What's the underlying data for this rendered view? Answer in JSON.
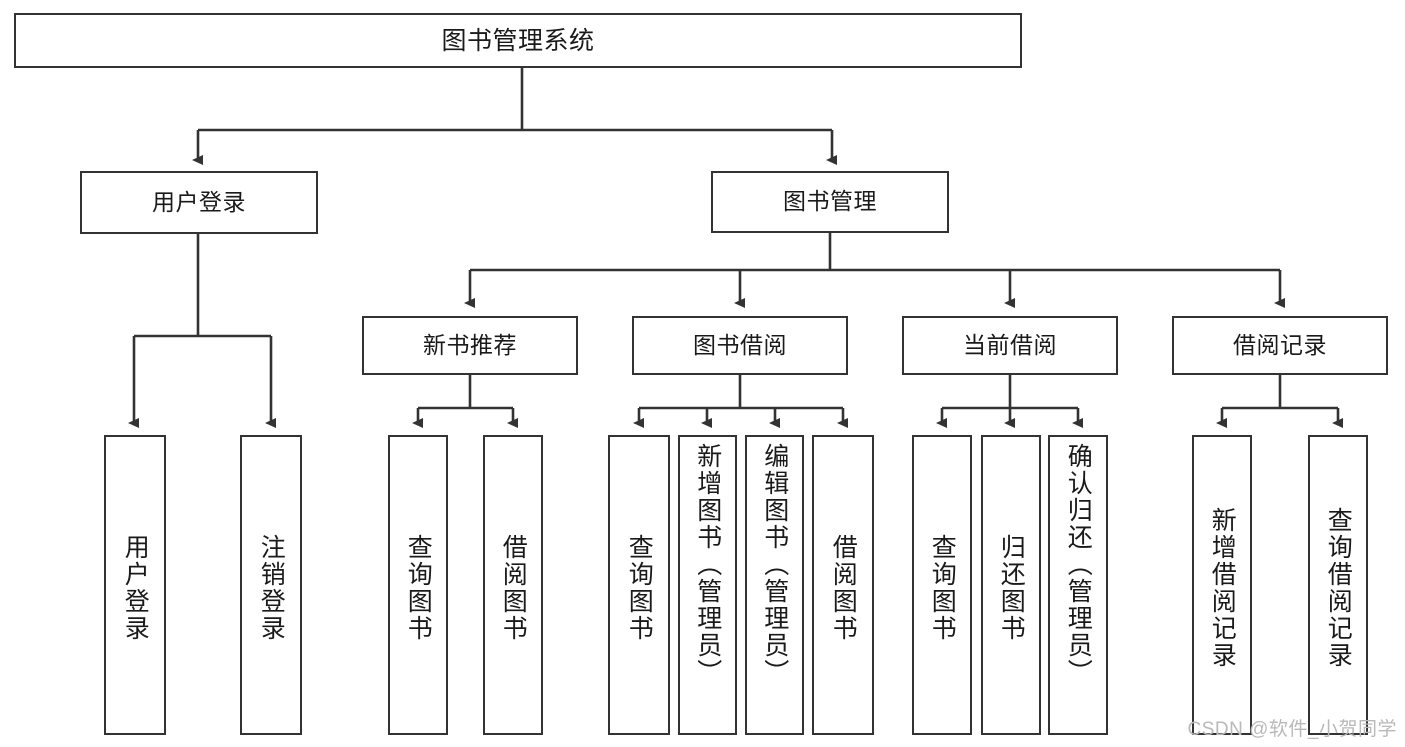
{
  "diagram": {
    "type": "tree",
    "title": "图书管理系统",
    "watermark": "CSDN @软件_小贺同学",
    "colors": {
      "stroke": "#333333",
      "background": "#ffffff",
      "text": "#1a1a1a",
      "watermark": "#b9b9b9"
    },
    "root": {
      "label": "图书管理系统"
    },
    "level2": [
      {
        "label": "用户登录"
      },
      {
        "label": "图书管理"
      }
    ],
    "level3": [
      {
        "label": "新书推荐"
      },
      {
        "label": "图书借阅"
      },
      {
        "label": "当前借阅"
      },
      {
        "label": "借阅记录"
      }
    ],
    "leaves": {
      "user_login": [
        {
          "label": "用户登录"
        },
        {
          "label": "注销登录"
        }
      ],
      "new_book_recommend": [
        {
          "label": "查询图书"
        },
        {
          "label": "借阅图书"
        }
      ],
      "book_borrow": [
        {
          "label": "查询图书"
        },
        {
          "label": "新增图书（管理员）"
        },
        {
          "label": "编辑图书（管理员）"
        },
        {
          "label": "借阅图书"
        }
      ],
      "current_borrow": [
        {
          "label": "查询图书"
        },
        {
          "label": "归还图书"
        },
        {
          "label": "确认归还（管理员）"
        }
      ],
      "borrow_record": [
        {
          "label": "新增借阅记录"
        },
        {
          "label": "查询借阅记录"
        }
      ]
    }
  }
}
